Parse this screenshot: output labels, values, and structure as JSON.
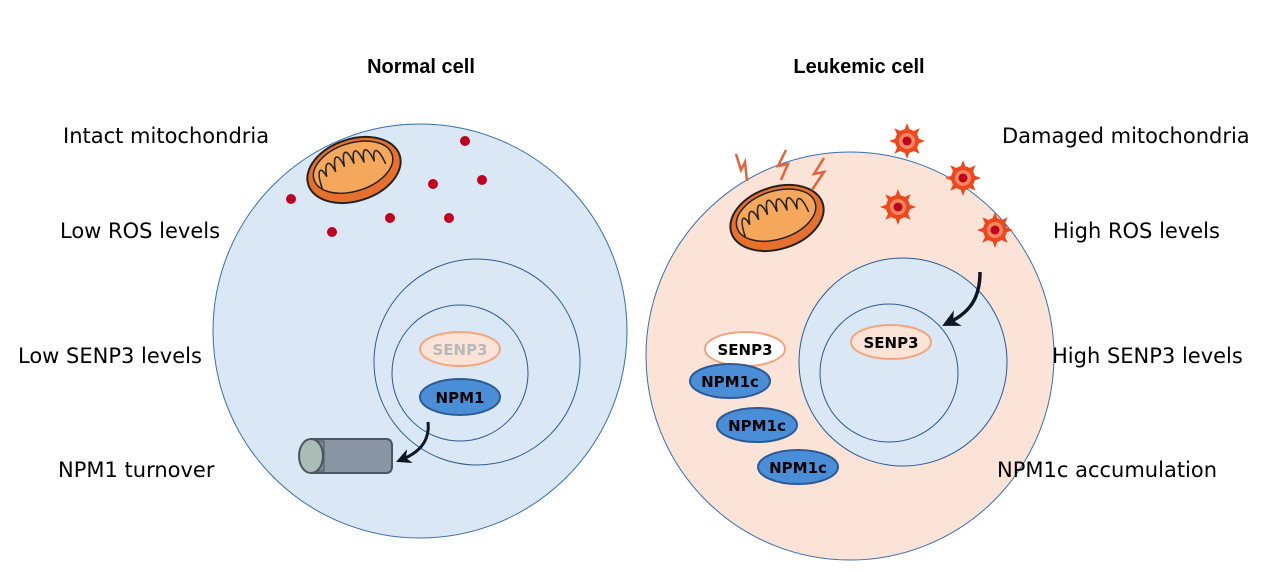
{
  "panels": {
    "normal": {
      "title": "Normal cell",
      "labels": {
        "mitochondria": "Intact mitochondria",
        "ros": "Low ROS levels",
        "senp3": "Low SENP3 levels",
        "outcome": "NPM1 turnover"
      },
      "proteins": {
        "senp3": "SENP3",
        "npm1": "NPM1"
      }
    },
    "leukemic": {
      "title": "Leukemic cell",
      "labels": {
        "mitochondria": "Damaged mitochondria",
        "ros": "High ROS levels",
        "senp3": "High SENP3 levels",
        "outcome": "NPM1c accumulation"
      },
      "proteins": {
        "senp3_nuclear": "SENP3",
        "senp3_cytoplasmic": "SENP3",
        "npm1c": [
          "NPM1c",
          "NPM1c",
          "NPM1c"
        ]
      }
    }
  },
  "colors": {
    "normal_cytoplasm": "#dae8f6",
    "leukemic_cytoplasm": "#fbe3d8",
    "nucleus": "#dae8f6",
    "membrane": "#3a6fa8",
    "ros_dot": "#c0001e",
    "ros_star": "#f0461e",
    "npm1": "#4a8ed8",
    "senp3_outline": "#f4a57f",
    "mito_outer": "#e8702e",
    "mito_inner": "#f5a85c"
  }
}
